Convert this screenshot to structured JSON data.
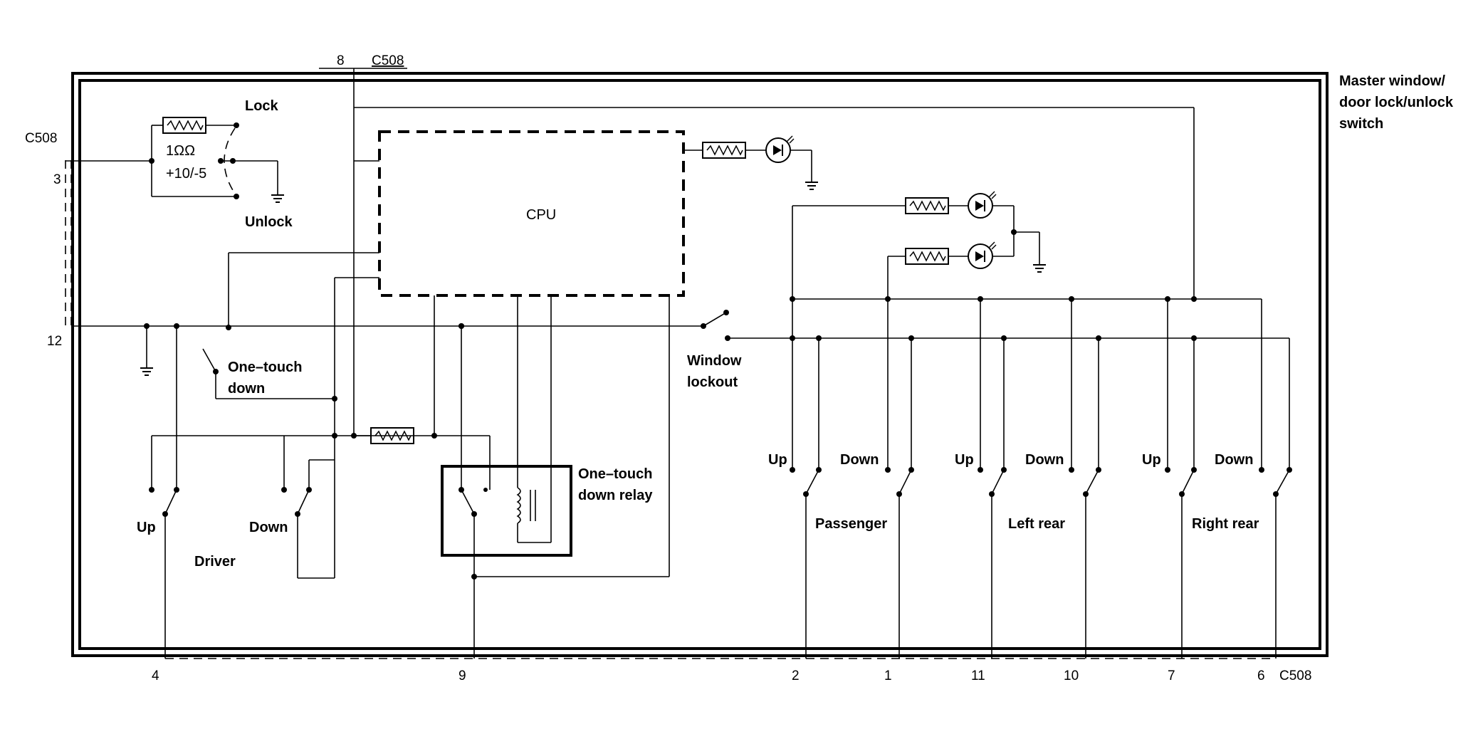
{
  "module": {
    "title_line1": "Master window/",
    "title_line2": "door lock/unlock",
    "title_line3": "switch",
    "connector_id": "C508",
    "cpu_label": "CPU"
  },
  "lock_section": {
    "lock_label": "Lock",
    "unlock_label": "Unlock",
    "resistor_value": "1ΩΩ",
    "resistor_tolerance": "+10/-5"
  },
  "switches": {
    "one_touch_down_line1": "One–touch",
    "one_touch_down_line2": "down",
    "window_lockout_line1": "Window",
    "window_lockout_line2": "lockout",
    "relay_line1": "One–touch",
    "relay_line2": "down relay",
    "up_label": "Up",
    "down_label": "Down",
    "driver": "Driver",
    "passenger": "Passenger",
    "left_rear": "Left rear",
    "right_rear": "Right rear"
  },
  "pins": {
    "p8": "8",
    "p3": "3",
    "p12": "12",
    "p4": "4",
    "p9": "9",
    "p2": "2",
    "p1": "1",
    "p11": "11",
    "p10": "10",
    "p7": "7",
    "p6": "6"
  }
}
